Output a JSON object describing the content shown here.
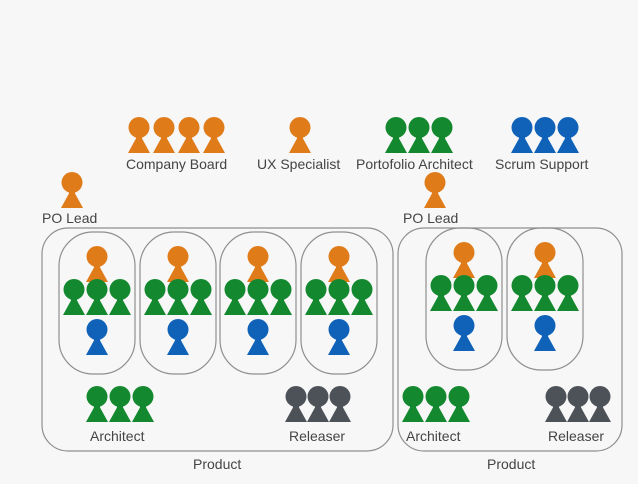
{
  "colors": {
    "orange": "#e07b1a",
    "green": "#13882e",
    "blue": "#1062b8",
    "gray": "#4d5259",
    "frame": "#8f8f8f",
    "background": "#f7f7f7"
  },
  "top_roles": [
    {
      "key": "board",
      "label": "Company Board",
      "color": "orange",
      "count": 4
    },
    {
      "key": "ux",
      "label": "UX Specialist",
      "color": "orange",
      "count": 1
    },
    {
      "key": "architect",
      "label": "Portofolio Architect",
      "color": "green",
      "count": 3
    },
    {
      "key": "scrum",
      "label": "Scrum Support",
      "color": "blue",
      "count": 3
    }
  ],
  "products": [
    {
      "label": "Product",
      "po_lead": "PO Lead",
      "team_count": 4,
      "team_members": {
        "orange": 1,
        "green": 3,
        "blue": 1
      },
      "architect": {
        "label": "Architect",
        "color": "green",
        "count": 3
      },
      "releaser": {
        "label": "Releaser",
        "color": "gray",
        "count": 3
      }
    },
    {
      "label": "Product",
      "po_lead": "PO Lead",
      "team_count": 2,
      "team_members": {
        "orange": 1,
        "green": 3,
        "blue": 1
      },
      "architect": {
        "label": "Architect",
        "color": "green",
        "count": 3
      },
      "releaser": {
        "label": "Releaser",
        "color": "gray",
        "count": 3
      }
    }
  ]
}
